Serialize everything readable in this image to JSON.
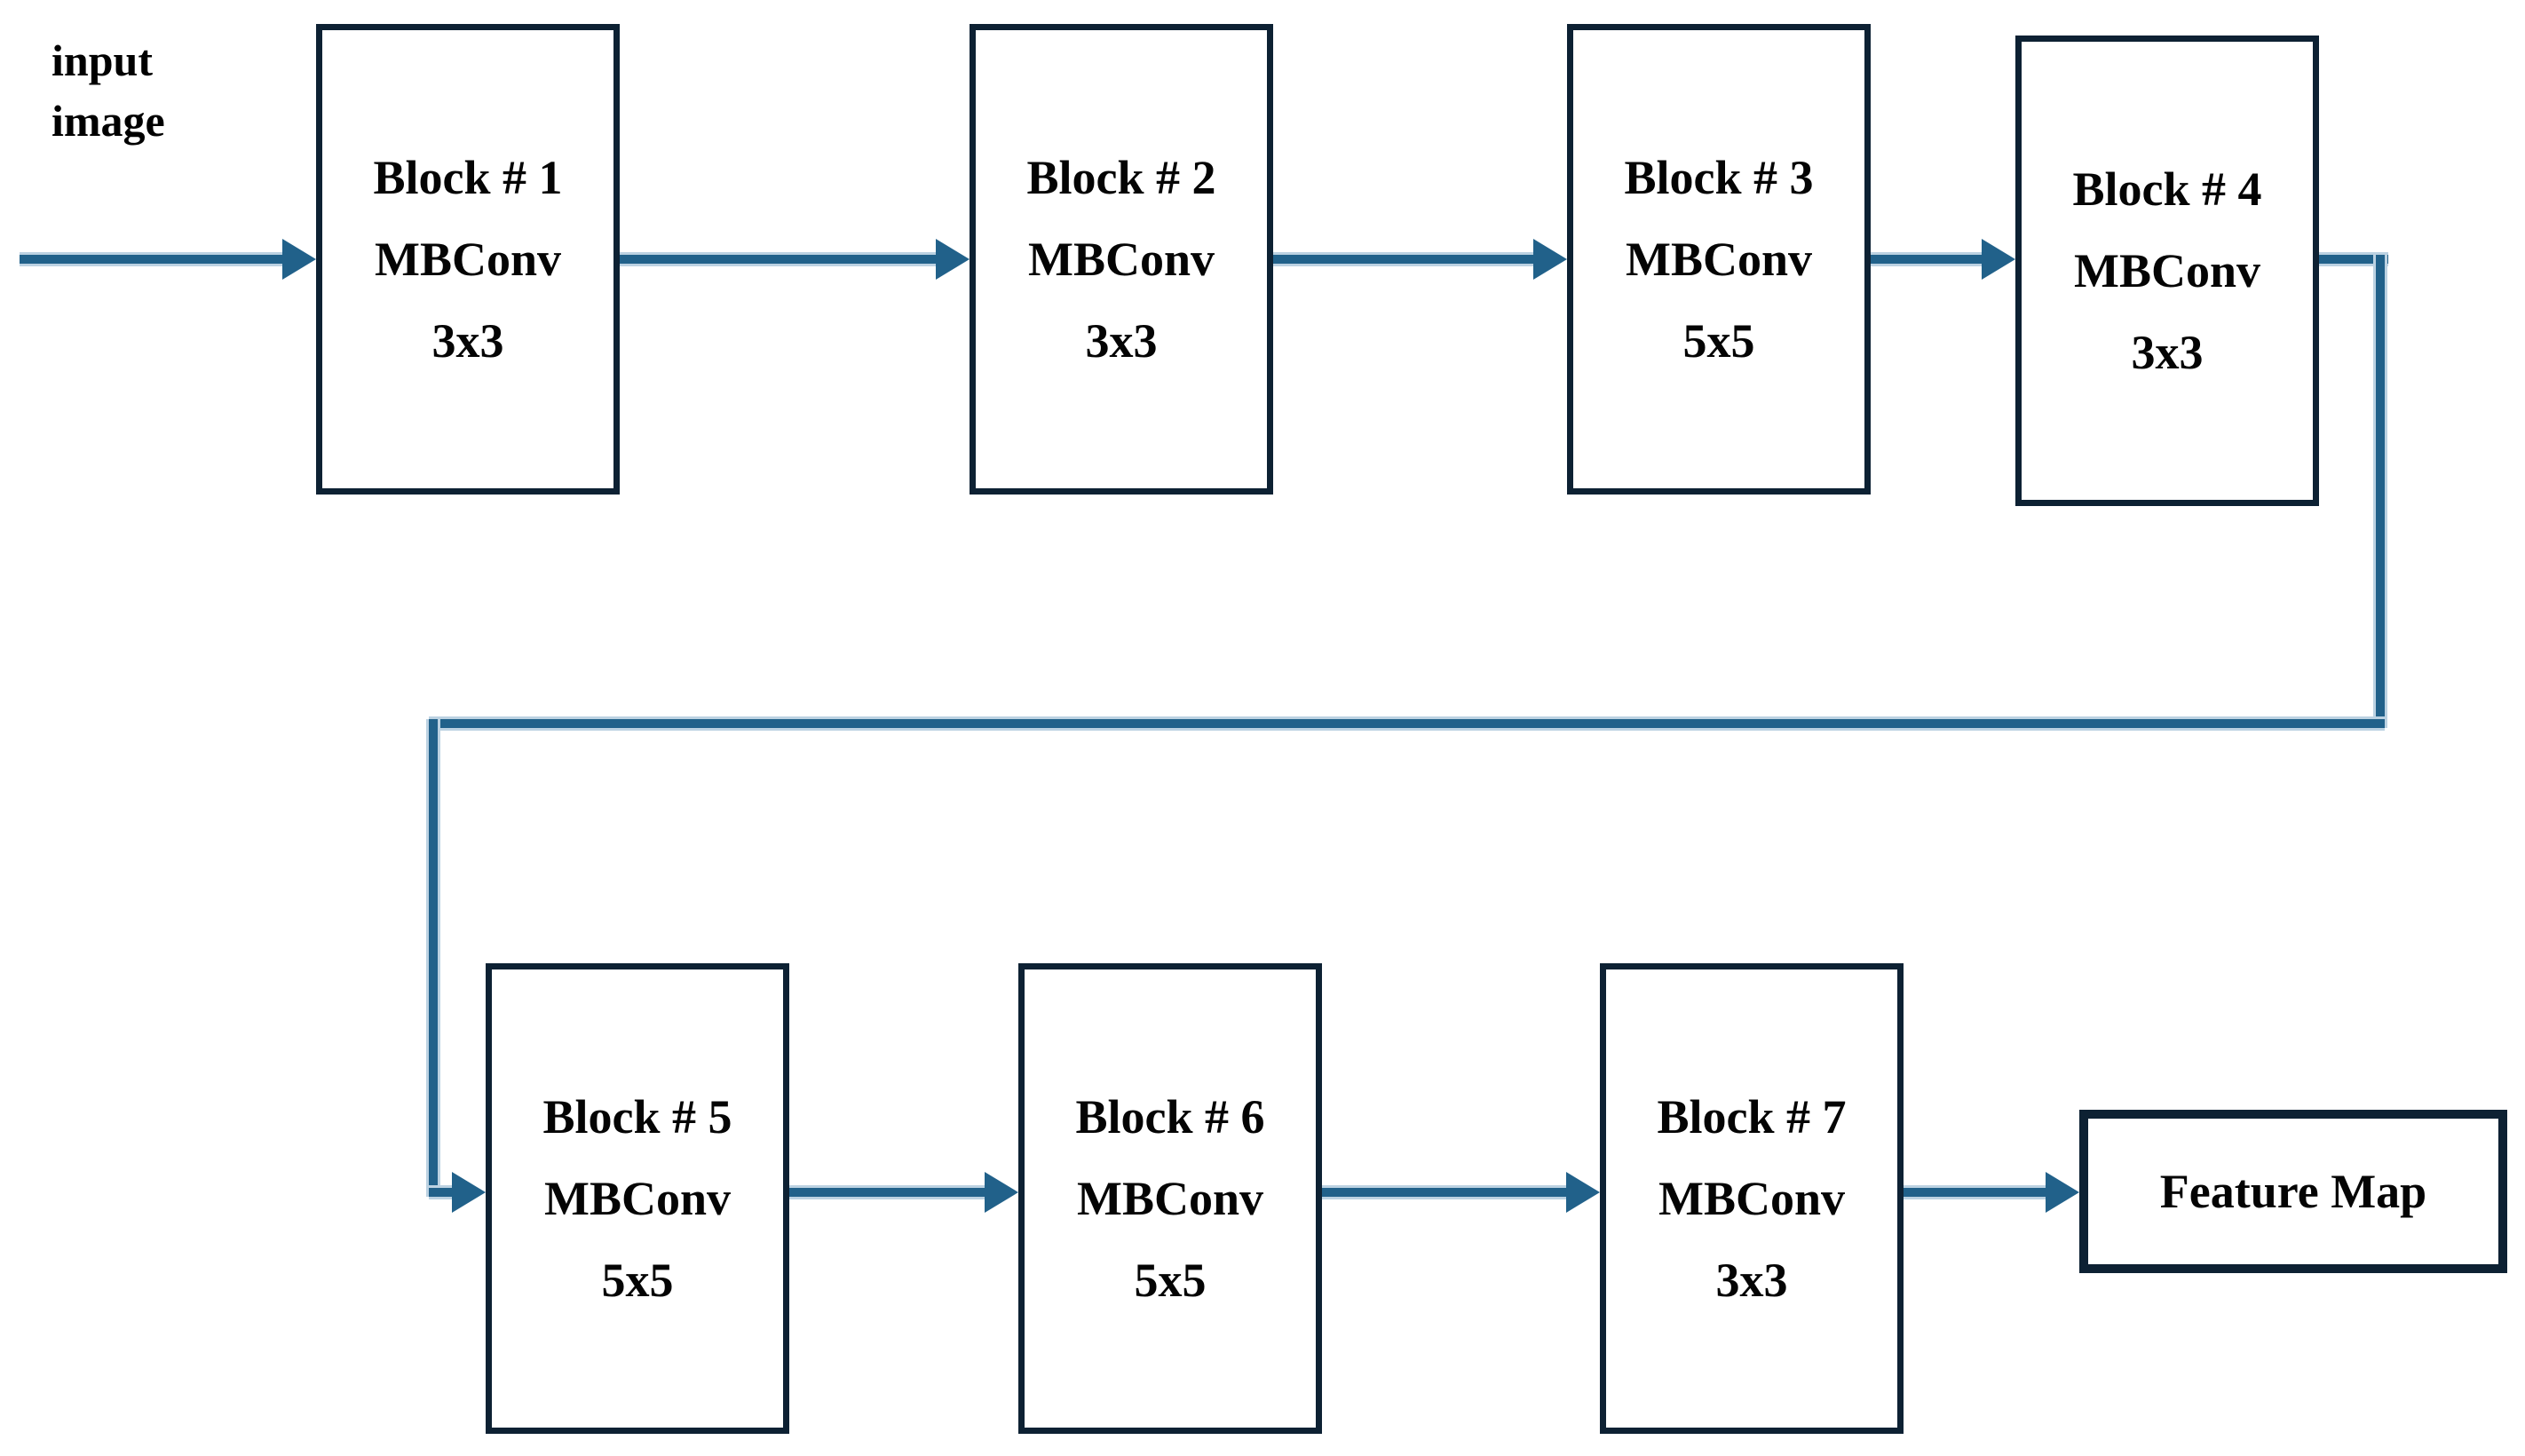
{
  "diagram": {
    "input_label": "input image",
    "blocks": [
      {
        "label": "Block # 1",
        "type": "MBConv",
        "kernel": "3x3"
      },
      {
        "label": "Block # 2",
        "type": "MBConv",
        "kernel": "3x3"
      },
      {
        "label": "Block # 3",
        "type": "MBConv",
        "kernel": "5x5"
      },
      {
        "label": "Block # 4",
        "type": "MBConv",
        "kernel": "3x3"
      },
      {
        "label": "Block # 5",
        "type": "MBConv",
        "kernel": "5x5"
      },
      {
        "label": "Block # 6",
        "type": "MBConv",
        "kernel": "5x5"
      },
      {
        "label": "Block # 7",
        "type": "MBConv",
        "kernel": "3x3"
      }
    ],
    "output_label": "Feature Map",
    "colors": {
      "arrow": "#21618a",
      "halo": "#bcd2e2",
      "border": "#0d2133",
      "text": "#040404"
    }
  }
}
